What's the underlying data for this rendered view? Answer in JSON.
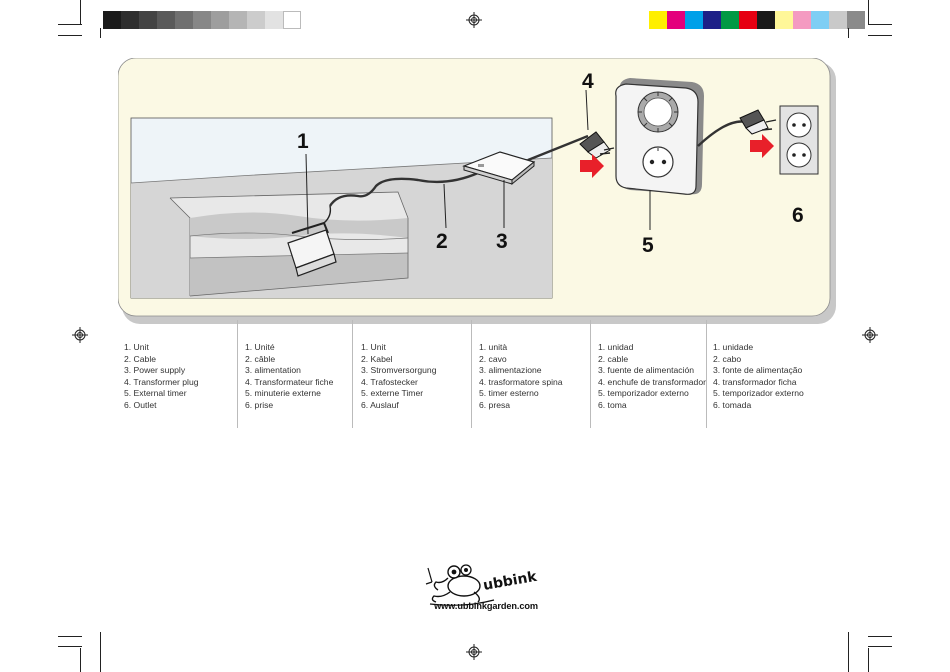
{
  "print_marks": {
    "gray_swatches": [
      "#1b1b1b",
      "#2e2e2e",
      "#444444",
      "#5a5a5a",
      "#707070",
      "#878787",
      "#9e9e9e",
      "#b5b5b5",
      "#cccccc",
      "#e2e2e2",
      "#ffffff"
    ],
    "color_swatches": [
      "#ffef00",
      "#e4007c",
      "#00a0e9",
      "#1d2088",
      "#009944",
      "#e60012",
      "#1a1a1a",
      "#fff799",
      "#f49ac1",
      "#7ecef4",
      "#c9c9c9",
      "#8a8a8a"
    ]
  },
  "illustration": {
    "callouts": {
      "unit": "1",
      "cable": "2",
      "power_supply": "3",
      "transformer_plug": "4",
      "external_timer": "5",
      "outlet": "6"
    },
    "colors": {
      "panel_bg": "#fbf9e4",
      "sky": "#eef4f8",
      "ground": "#d8d8d8",
      "pond_wall": "#c4c4c4",
      "water": "#e6e6e6",
      "arrow": "#e8202a"
    }
  },
  "legend": [
    {
      "items": [
        "1. Unit",
        "2. Cable",
        "3. Power supply",
        "4. Transformer plug",
        "5. External timer",
        "6. Outlet"
      ]
    },
    {
      "items": [
        "1. Unité",
        "2. câble",
        "3. alimentation",
        "4. Transformateur fiche",
        "5. minuterie externe",
        "6. prise"
      ]
    },
    {
      "items": [
        "1. Unit",
        "2. Kabel",
        "3. Stromversorgung",
        "4. Trafostecker",
        "5. externe Timer",
        "6. Auslauf"
      ]
    },
    {
      "items": [
        "1. unità",
        "2. cavo",
        "3. alimentazione",
        "4. trasformatore spina",
        "5. timer esterno",
        "6. presa"
      ]
    },
    {
      "items": [
        "1. unidad",
        "2. cable",
        "3. fuente de alimentación",
        "4. enchufe de transformador",
        "5. temporizador externo",
        "6. toma"
      ]
    },
    {
      "items": [
        "1. unidade",
        "2. cabo",
        "3. fonte de alimentação",
        "4. transformador ficha",
        "5. temporizador externo",
        "6. tomada"
      ]
    }
  ],
  "brand": {
    "logo_text": "ubbink",
    "url": "www.ubbinkgarden.com"
  }
}
